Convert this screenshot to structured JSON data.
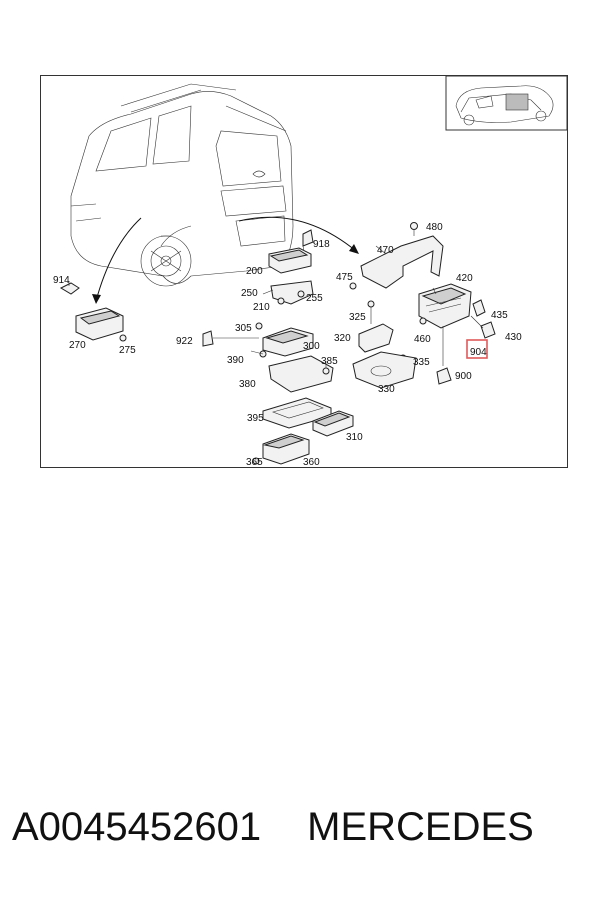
{
  "labels": {
    "l914": "914",
    "l270": "270",
    "l275": "275",
    "l918": "918",
    "l200": "200",
    "l250": "250",
    "l255": "255",
    "l210": "210",
    "l922": "922",
    "l305": "305",
    "l300": "300",
    "l390": "390",
    "l385": "385",
    "l380": "380",
    "l395": "395",
    "l310": "310",
    "l365": "365",
    "l360": "360",
    "l480": "480",
    "l470": "470",
    "l475": "475",
    "l420": "420",
    "l325": "325",
    "l320": "320",
    "l335": "335",
    "l330": "330",
    "l460": "460",
    "l900": "900",
    "l435": "435",
    "l430": "430",
    "l904": "904"
  },
  "highlight_color": "#e05a5a",
  "footer": {
    "part_number": "A0045452601",
    "brand": "MERCEDES"
  }
}
